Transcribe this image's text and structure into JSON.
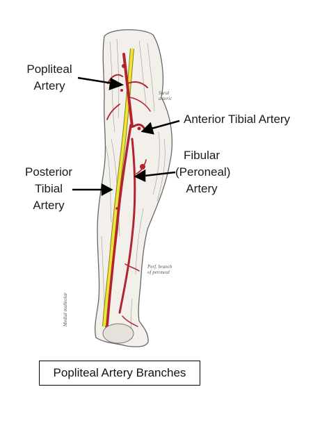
{
  "labels": {
    "popliteal_line1": "Popliteal",
    "popliteal_line2": "Artery",
    "anterior_tibial": "Anterior Tibial Artery",
    "fibular_line1": "Fibular",
    "fibular_line2": "(Peroneal)",
    "fibular_line3": "Artery",
    "posterior_line1": "Posterior",
    "posterior_line2": "Tibial",
    "posterior_line3": "Artery"
  },
  "small_labels": {
    "sural_line1": "Sural",
    "sural_line2": "arteric",
    "perf_line1": "Perf. branch",
    "perf_line2": "of peroneal",
    "medial_malleolar": "Medial malleolar"
  },
  "caption": "Popliteal Artery Branches",
  "colors": {
    "artery": "#b3232f",
    "nerve": "#e8e23a",
    "outline": "#555555",
    "arrow": "#000000"
  }
}
